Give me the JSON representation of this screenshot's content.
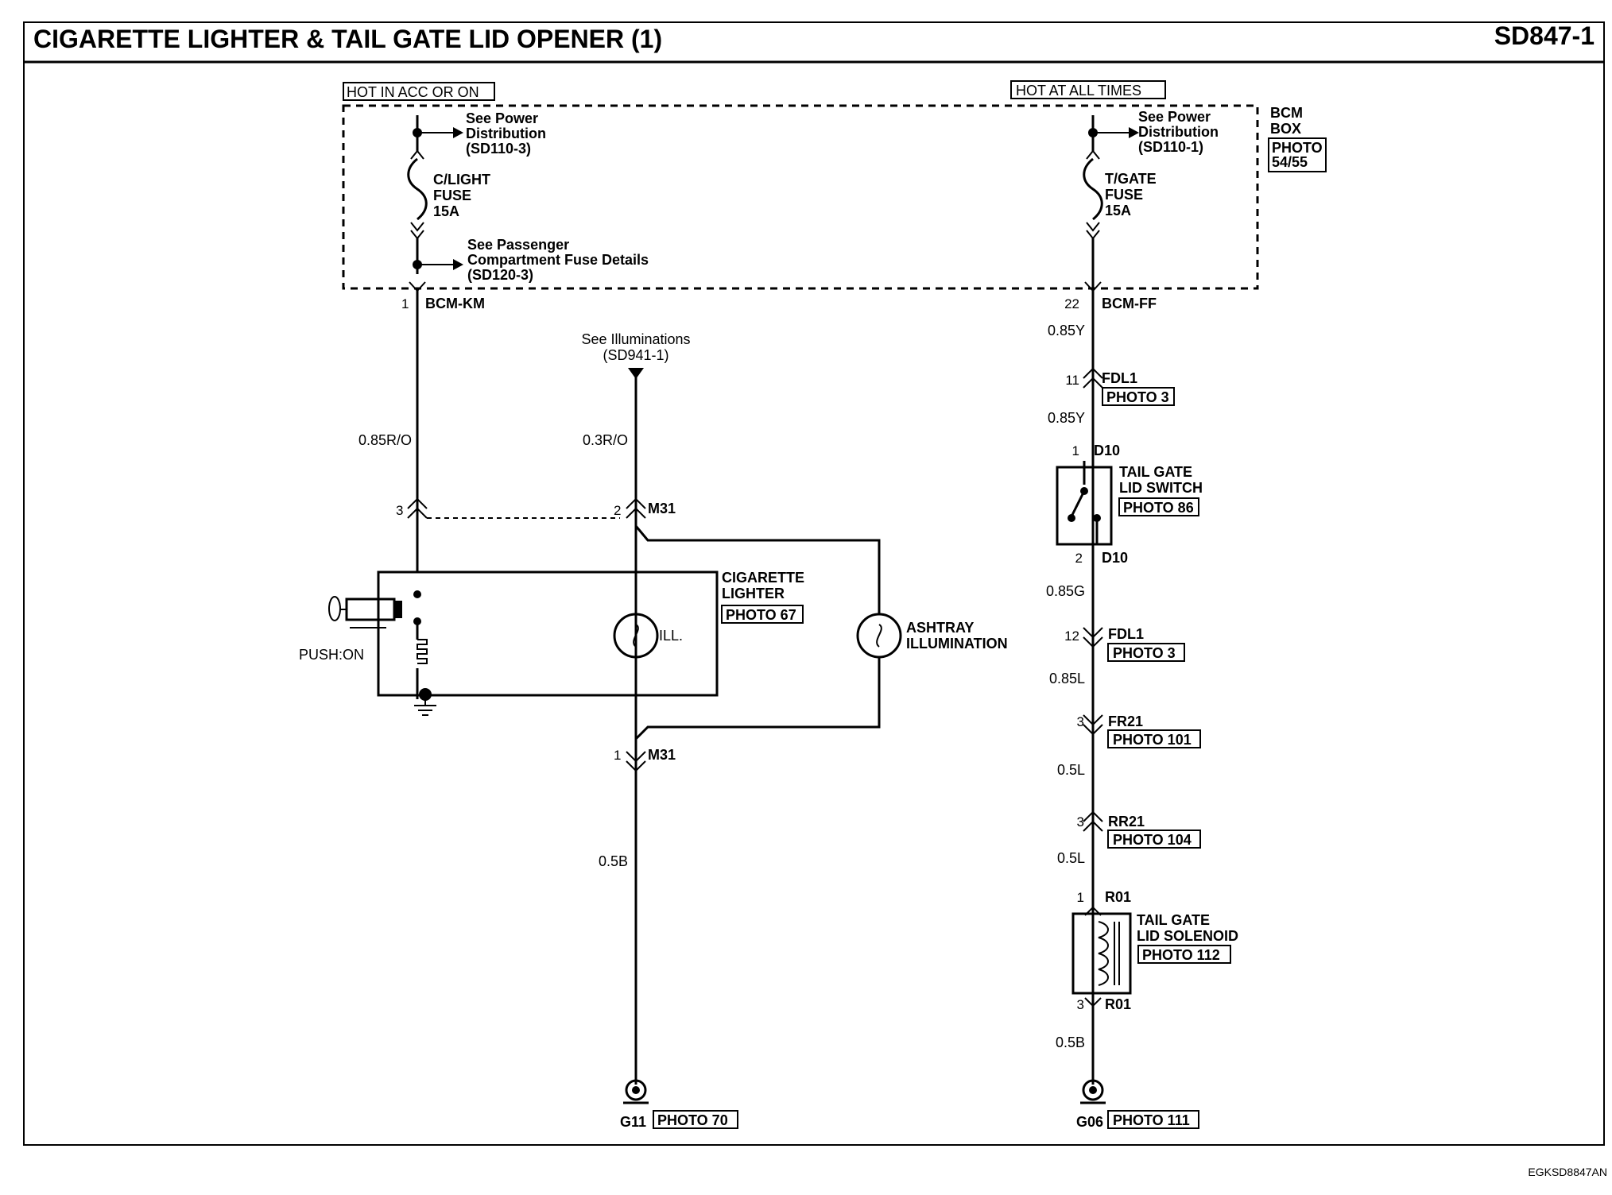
{
  "header": {
    "title": "CIGARETTE LIGHTER & TAIL GATE LID OPENER (1)",
    "page_id": "SD847-1"
  },
  "footer": {
    "code": "EGKSD8847AN"
  },
  "left_circuit": {
    "hot_label": "HOT IN ACC OR ON",
    "feed_ref": [
      "See Power",
      "Distribution",
      "(SD110-3)"
    ],
    "fuse": [
      "C/LIGHT",
      "FUSE",
      "15A"
    ],
    "fuse_ref": [
      "See Passenger",
      "Compartment Fuse Details",
      "(SD120-3)"
    ],
    "connector_pin": "1",
    "connector": "BCM-KM",
    "wire_1": "0.85R/O",
    "pin_3": "3",
    "push_label": "PUSH:ON",
    "lighter": {
      "name": [
        "CIGARETTE",
        "LIGHTER"
      ],
      "photo": "PHOTO 67"
    }
  },
  "middle_circuit": {
    "illum_ref": [
      "See Illuminations",
      "(SD941-1)"
    ],
    "wire_top": "0.3R/O",
    "m31_top_pin": "2",
    "m31_top": "M31",
    "ill_label": "ILL.",
    "ashtray": [
      "ASHTRAY",
      "ILLUMINATION"
    ],
    "m31_bottom_pin": "1",
    "m31_bottom": "M31",
    "wire_bottom": "0.5B",
    "ground": "G11",
    "ground_photo": "PHOTO 70"
  },
  "right_circuit": {
    "hot_label": "HOT AT ALL TIMES",
    "feed_ref": [
      "See Power",
      "Distribution",
      "(SD110-1)"
    ],
    "fuse": [
      "T/GATE",
      "FUSE",
      "15A"
    ],
    "bcm_box": [
      "BCM",
      "BOX"
    ],
    "bcm_photo": [
      "PHOTO",
      "54/55"
    ],
    "connector_pin": "22",
    "connector": "BCM-FF",
    "wire_1": "0.85Y",
    "fdl1_pin_top": "11",
    "fdl1_top": "FDL1",
    "fdl1_photo_top": "PHOTO 3",
    "wire_2": "0.85Y",
    "d10_pin_top": "1",
    "d10_top": "D10",
    "switch": [
      "TAIL GATE",
      "LID SWITCH"
    ],
    "switch_photo": "PHOTO 86",
    "d10_pin_bottom": "2",
    "d10_bottom": "D10",
    "wire_3": "0.85G",
    "fdl1_pin_bottom": "12",
    "fdl1_bottom": "FDL1",
    "fdl1_photo_bottom": "PHOTO 3",
    "wire_4": "0.85L",
    "fr21_pin": "3",
    "fr21": "FR21",
    "fr21_photo": "PHOTO 101",
    "wire_5": "0.5L",
    "rr21_pin": "3",
    "rr21": "RR21",
    "rr21_photo": "PHOTO 104",
    "wire_6": "0.5L",
    "r01_pin_top": "1",
    "r01_top": "R01",
    "solenoid": [
      "TAIL GATE",
      "LID SOLENOID"
    ],
    "solenoid_photo": "PHOTO 112",
    "r01_pin_bottom": "3",
    "r01_bottom": "R01",
    "wire_7": "0.5B",
    "ground": "G06",
    "ground_photo": "PHOTO 111"
  }
}
